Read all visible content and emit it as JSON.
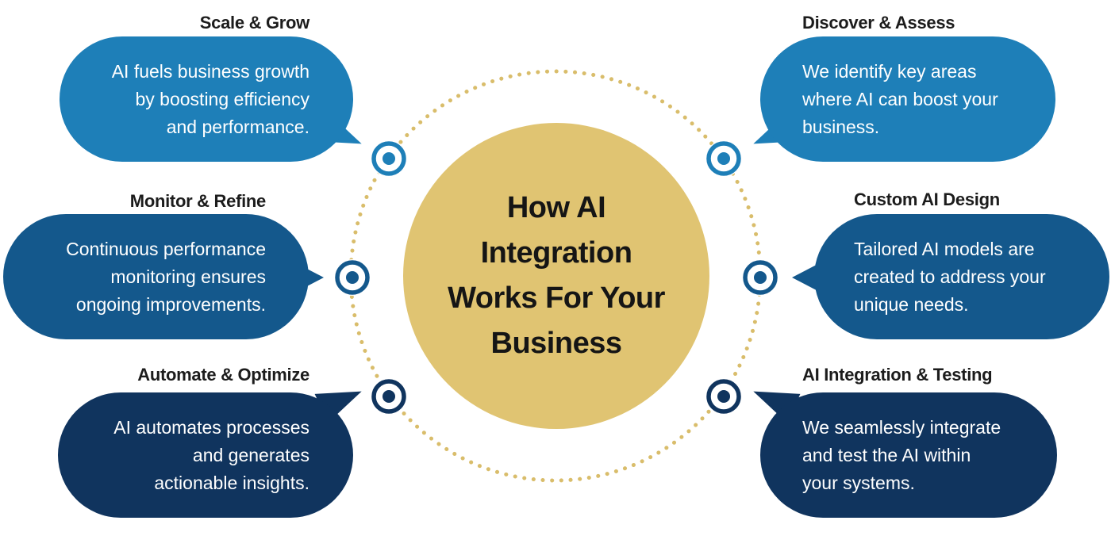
{
  "colors": {
    "gold": "#e0c472",
    "ring_dots": "#d9bd6b",
    "light_blue": "#1e7fb8",
    "mid_blue": "#14588c",
    "dark_navy": "#10345e"
  },
  "center": {
    "title_lines": [
      "How AI",
      "Integration",
      "Works For Your",
      "Business"
    ]
  },
  "steps": [
    {
      "id": "scale-grow",
      "title": "Scale & Grow",
      "lines": [
        "AI fuels business growth",
        "by boosting efficiency",
        "and performance."
      ],
      "color": "#1e7fb8",
      "icon": "target-icon"
    },
    {
      "id": "monitor-refine",
      "title": "Monitor & Refine",
      "lines": [
        "Continuous performance",
        "monitoring ensures",
        "ongoing improvements."
      ],
      "color": "#14588c",
      "icon": "target-icon"
    },
    {
      "id": "automate-optimize",
      "title": "Automate & Optimize",
      "lines": [
        "AI automates processes",
        "and generates",
        "actionable insights."
      ],
      "color": "#10345e",
      "icon": "target-icon"
    },
    {
      "id": "discover-assess",
      "title": "Discover & Assess",
      "lines": [
        "We identify key areas",
        "where AI can boost your",
        "business."
      ],
      "color": "#1e7fb8",
      "icon": "target-icon"
    },
    {
      "id": "custom-ai-design",
      "title": "Custom AI Design",
      "lines": [
        "Tailored AI models are",
        "created to address your",
        "unique needs."
      ],
      "color": "#14588c",
      "icon": "target-icon"
    },
    {
      "id": "integration-testing",
      "title": "AI Integration & Testing",
      "lines": [
        "We seamlessly integrate",
        "and test the AI within",
        "your systems."
      ],
      "color": "#10345e",
      "icon": "target-icon"
    }
  ]
}
